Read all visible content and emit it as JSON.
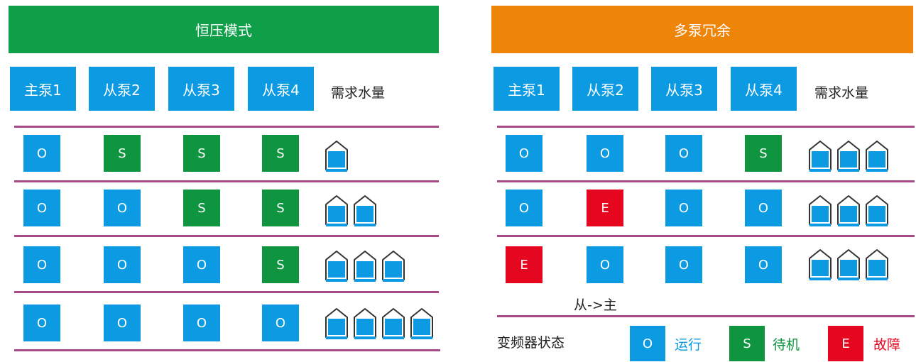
{
  "colors": {
    "blue": "#0c9be3",
    "green": "#0f9440",
    "red": "#e5071f",
    "header_green": "#0e9f48",
    "header_orange": "#ee8408",
    "separator": "#a74a86"
  },
  "panels": [
    {
      "title": "恒压模式",
      "header_color": "#0e9f48",
      "pumps": [
        "主泵1",
        "从泵2",
        "从泵3",
        "从泵4"
      ],
      "demand_label": "需求水量",
      "rows": [
        {
          "states": [
            "O",
            "S",
            "S",
            "S"
          ],
          "tanks": 1
        },
        {
          "states": [
            "O",
            "O",
            "S",
            "S"
          ],
          "tanks": 2
        },
        {
          "states": [
            "O",
            "O",
            "O",
            "S"
          ],
          "tanks": 3
        },
        {
          "states": [
            "O",
            "O",
            "O",
            "O"
          ],
          "tanks": 4
        }
      ]
    },
    {
      "title": "多泵冗余",
      "header_color": "#ee8408",
      "pumps": [
        "主泵1",
        "从泵2",
        "从泵3",
        "从泵4"
      ],
      "demand_label": "需求水量",
      "rows": [
        {
          "states": [
            "O",
            "O",
            "O",
            "S"
          ],
          "tanks": 3
        },
        {
          "states": [
            "O",
            "E",
            "O",
            "O"
          ],
          "tanks": 3
        },
        {
          "states": [
            "E",
            "O",
            "O",
            "O"
          ],
          "tanks": 3
        }
      ],
      "transfer_note": "从->主"
    }
  ],
  "legend": {
    "title": "变频器状态",
    "items": [
      {
        "code": "O",
        "label": "运行",
        "color": "#0c9be3"
      },
      {
        "code": "S",
        "label": "待机",
        "color": "#0f9440"
      },
      {
        "code": "E",
        "label": "故障",
        "color": "#e5071f"
      }
    ]
  },
  "icons": {
    "tank": "water-tank-icon"
  }
}
